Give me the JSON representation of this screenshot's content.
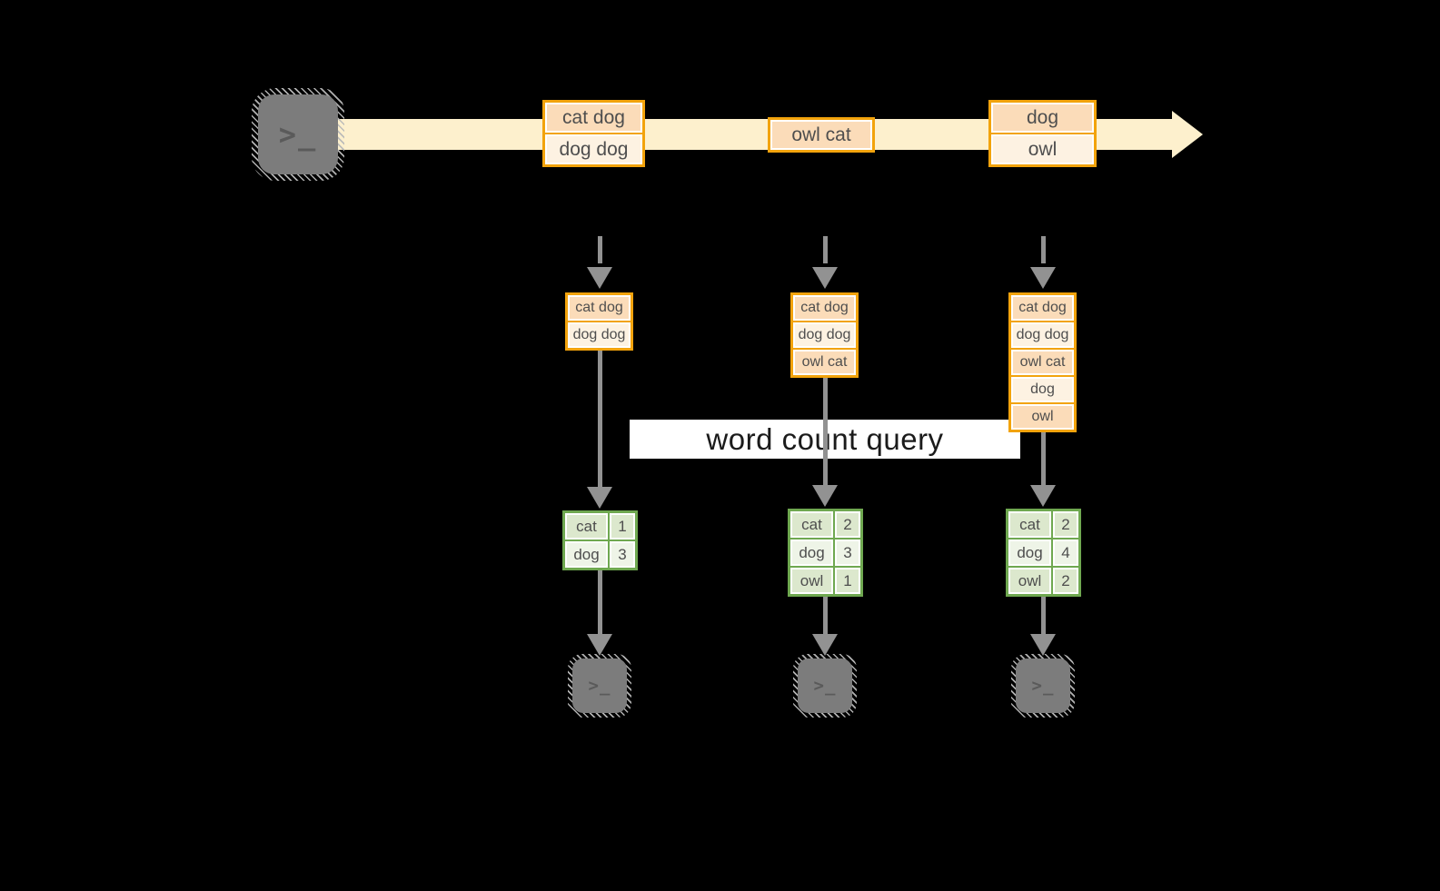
{
  "query_label": "word count query",
  "terminal_prompt": ">_",
  "colors": {
    "orange_border": "#F2A30C",
    "peach_dark": "#FBDCB9",
    "peach_light": "#FDF2E2",
    "stream_band": "#FDF0CD",
    "green_border": "#6FA850",
    "green_cell_dark": "#DCE8CD",
    "green_cell_light": "#EEF4E7",
    "arrow_gray": "#929292",
    "terminal_gray": "#7C7C7C"
  },
  "stream": {
    "batches": [
      {
        "cells": [
          "cat dog",
          "dog dog"
        ]
      },
      {
        "cells": [
          "owl cat"
        ]
      },
      {
        "cells": [
          "dog",
          "owl"
        ]
      }
    ]
  },
  "states": [
    {
      "cells": [
        "cat dog",
        "dog dog"
      ]
    },
    {
      "cells": [
        "cat dog",
        "dog dog",
        "owl cat"
      ]
    },
    {
      "cells": [
        "cat dog",
        "dog dog",
        "owl cat",
        "dog",
        "owl"
      ]
    }
  ],
  "results": [
    {
      "rows": [
        {
          "word": "cat",
          "count": "1"
        },
        {
          "word": "dog",
          "count": "3"
        }
      ]
    },
    {
      "rows": [
        {
          "word": "cat",
          "count": "2"
        },
        {
          "word": "dog",
          "count": "3"
        },
        {
          "word": "owl",
          "count": "1"
        }
      ]
    },
    {
      "rows": [
        {
          "word": "cat",
          "count": "2"
        },
        {
          "word": "dog",
          "count": "4"
        },
        {
          "word": "owl",
          "count": "2"
        }
      ]
    }
  ]
}
